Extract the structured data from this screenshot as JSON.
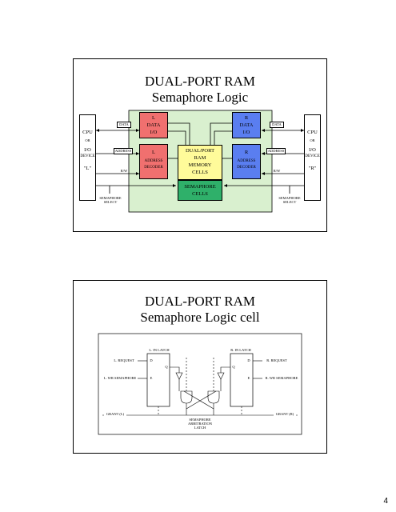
{
  "page_number": "4",
  "slide1": {
    "title_line1": "DUAL-PORT RAM",
    "title_line2": "Semaphore Logic",
    "left_device": [
      "CPU",
      "OR",
      "I/O",
      "DEVICE",
      "\"L\""
    ],
    "right_device": [
      "CPU",
      "OR",
      "I/O",
      "DEVICE",
      "\"R\""
    ],
    "l_data_io": [
      "L",
      "DATA",
      "I/O"
    ],
    "r_data_io": [
      "R",
      "DATA",
      "I/O"
    ],
    "l_addr": [
      "L",
      "ADDRESS",
      "DECODER"
    ],
    "r_addr": [
      "R",
      "ADDRESS",
      "DECODER"
    ],
    "memory": [
      "DUAL/PORT",
      "RAM",
      "MEMORY",
      "CELLS"
    ],
    "semaphore": [
      "SEMAPHORE",
      "CELLS"
    ],
    "sig_data": "DATA",
    "sig_address": "ADDRESS",
    "sig_rw": "R/W",
    "sem_select": [
      "SEMAPHORE",
      "SELECT"
    ],
    "colors": {
      "green_bg": "#d9f0cf",
      "red": "#f0706f",
      "blue": "#5a7ef0",
      "yellow": "#fffb9a",
      "sem_green": "#2fb06a"
    }
  },
  "slide2": {
    "title_line1": "DUAL-PORT RAM",
    "title_line2": "Semaphore Logic cell",
    "l_latch": "L. IN LATCH",
    "r_latch": "R. IN LATCH",
    "l_request": "L. REQUEST",
    "r_request": "R. REQUEST",
    "l_wr": "L. WR SEMAPHORE",
    "r_wr": "R. WR SEMAPHORE",
    "grant_l": "GRANT (L)",
    "grant_r": "GRANT (R)",
    "arb": [
      "SEMAPHORE",
      "ARBITRATION",
      "LATCH"
    ],
    "pin_d": "D",
    "pin_q": "Q",
    "pin_e": "E"
  }
}
